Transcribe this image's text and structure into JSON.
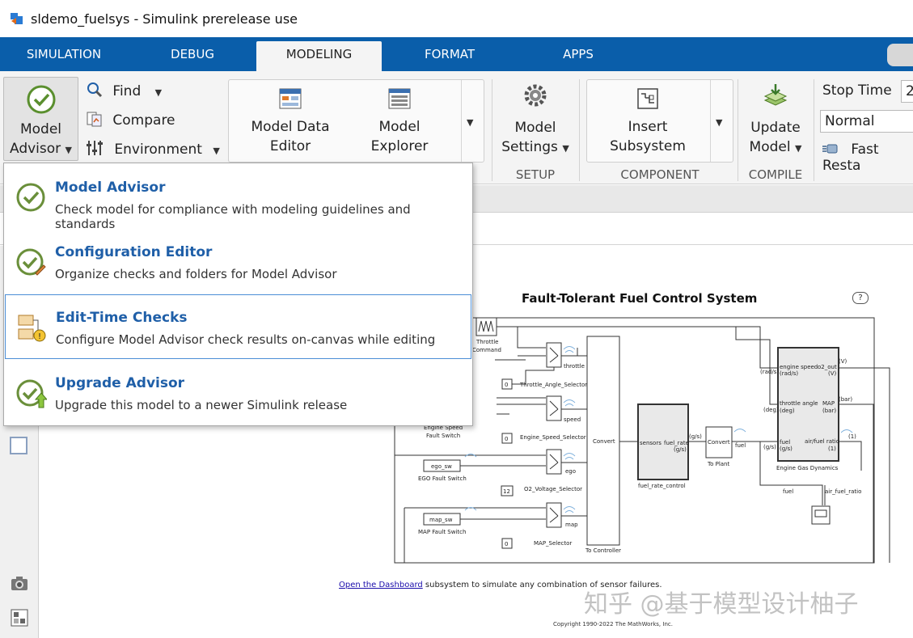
{
  "window": {
    "title": "sldemo_fuelsys - Simulink prerelease use"
  },
  "tabs": [
    {
      "label": "SIMULATION"
    },
    {
      "label": "DEBUG"
    },
    {
      "label": "MODELING"
    },
    {
      "label": "FORMAT"
    },
    {
      "label": "APPS"
    }
  ],
  "ribbon": {
    "model_advisor": {
      "line1": "Model",
      "line2": "Advisor"
    },
    "find": "Find",
    "compare": "Compare",
    "environment": "Environment",
    "model_data_editor": {
      "line1": "Model Data",
      "line2": "Editor"
    },
    "model_explorer": {
      "line1": "Model",
      "line2": "Explorer"
    },
    "model_settings": {
      "line1": "Model",
      "line2": "Settings"
    },
    "insert_subsystem": {
      "line1": "Insert",
      "line2": "Subsystem"
    },
    "update_model": {
      "line1": "Update",
      "line2": "Model"
    },
    "stop_time_label": "Stop Time",
    "stop_time_value": "2",
    "sim_mode": "Normal",
    "fast_restart": "Fast Resta",
    "sections": {
      "setup": "SETUP",
      "component": "COMPONENT",
      "compile": "COMPILE"
    }
  },
  "menu": {
    "items": [
      {
        "title": "Model Advisor",
        "desc": "Check model for compliance with modeling guidelines and standards"
      },
      {
        "title": "Configuration Editor",
        "desc": "Organize checks and folders for Model Advisor"
      },
      {
        "title": "Edit-Time Checks",
        "desc": "Configure Model Advisor check results on-canvas while editing"
      },
      {
        "title": "Upgrade Advisor",
        "desc": "Upgrade this model to a newer Simulink release"
      }
    ]
  },
  "diagram": {
    "title": "Fault-Tolerant Fuel Control System",
    "help": "?",
    "labels": {
      "throttle_cmd": "Throttle",
      "command": "Command",
      "throttle_sel": "Throttle_Angle_Selector",
      "engine_sel": "Engine_Speed_Selector",
      "o2_sel": "O2_Voltage_Selector",
      "map_sel": "MAP_Selector",
      "engine_fault": "Engine Speed",
      "engine_fault2": "Fault Switch",
      "ego_sw": "ego_sw",
      "ego_fault": "EGO Fault Switch",
      "map_sw": "map_sw",
      "map_fault": "MAP Fault Switch",
      "throttle": "throttle",
      "speed": "speed",
      "ego": "ego",
      "map": "map",
      "convert": "Convert",
      "to_controller": "To Controller",
      "sensors": "sensors",
      "fuel_rate": "fuel_rate",
      "gs": "(g/s)",
      "fuel_rate_control": "fuel_rate_control",
      "to_plant": "To Plant",
      "fuel": "fuel",
      "engine_gas": "Engine Gas Dynamics",
      "engine_speed": "engine speed",
      "rads": "(rad/s)",
      "throttle_angle": "throttle angle",
      "deg": "(deg)",
      "o2_out": "o2_out",
      "v": "(V)",
      "map_port": "MAP",
      "bar": "(bar)",
      "air_fuel": "air/fuel ratio",
      "one": "(1)",
      "air_fuel_ratio": "air_fuel_ratio",
      "const0a": "0",
      "const0b": "0",
      "const12": "12",
      "const0c": "0"
    },
    "link_text": "Open the Dashboard",
    "link_rest": " subsystem to simulate any combination of sensor failures.",
    "copyright": "Copyright 1990-2022 The MathWorks, Inc."
  },
  "watermark": "知乎 @基于模型设计柚子"
}
